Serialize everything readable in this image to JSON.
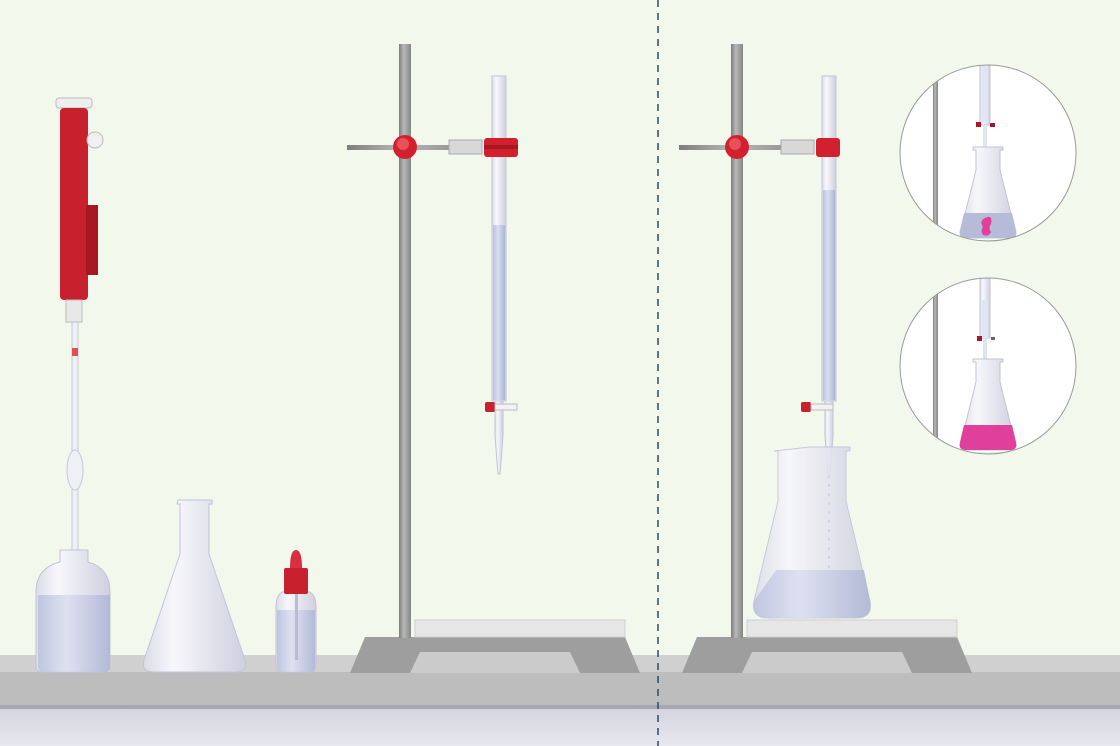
{
  "scene": {
    "colors": {
      "background": "#f2f8ec",
      "bench_top": "#d0d0d0",
      "bench_front": "#bdbdbd",
      "bench_under": "#dcdce6",
      "stand_metal": "#9a9a9a",
      "clamp_red": "#d3202e",
      "solution": "#c9d0e6",
      "indicator_pink": "#e0409c",
      "divider": "#2a4a6a"
    },
    "panels": [
      {
        "name": "setup-equipment",
        "items": [
          "pipette-filler",
          "pipette",
          "volumetric-flask",
          "erlenmeyer-flask",
          "dropper-bottle",
          "burette-stand"
        ]
      },
      {
        "name": "titration-in-progress",
        "items": [
          "burette-stand",
          "burette",
          "erlenmeyer-flask-with-solution"
        ]
      }
    ],
    "insets": [
      {
        "name": "indicator-first-drop",
        "state": "pink swirl in colorless solution"
      },
      {
        "name": "endpoint-reached",
        "state": "solution fully pink"
      }
    ]
  }
}
